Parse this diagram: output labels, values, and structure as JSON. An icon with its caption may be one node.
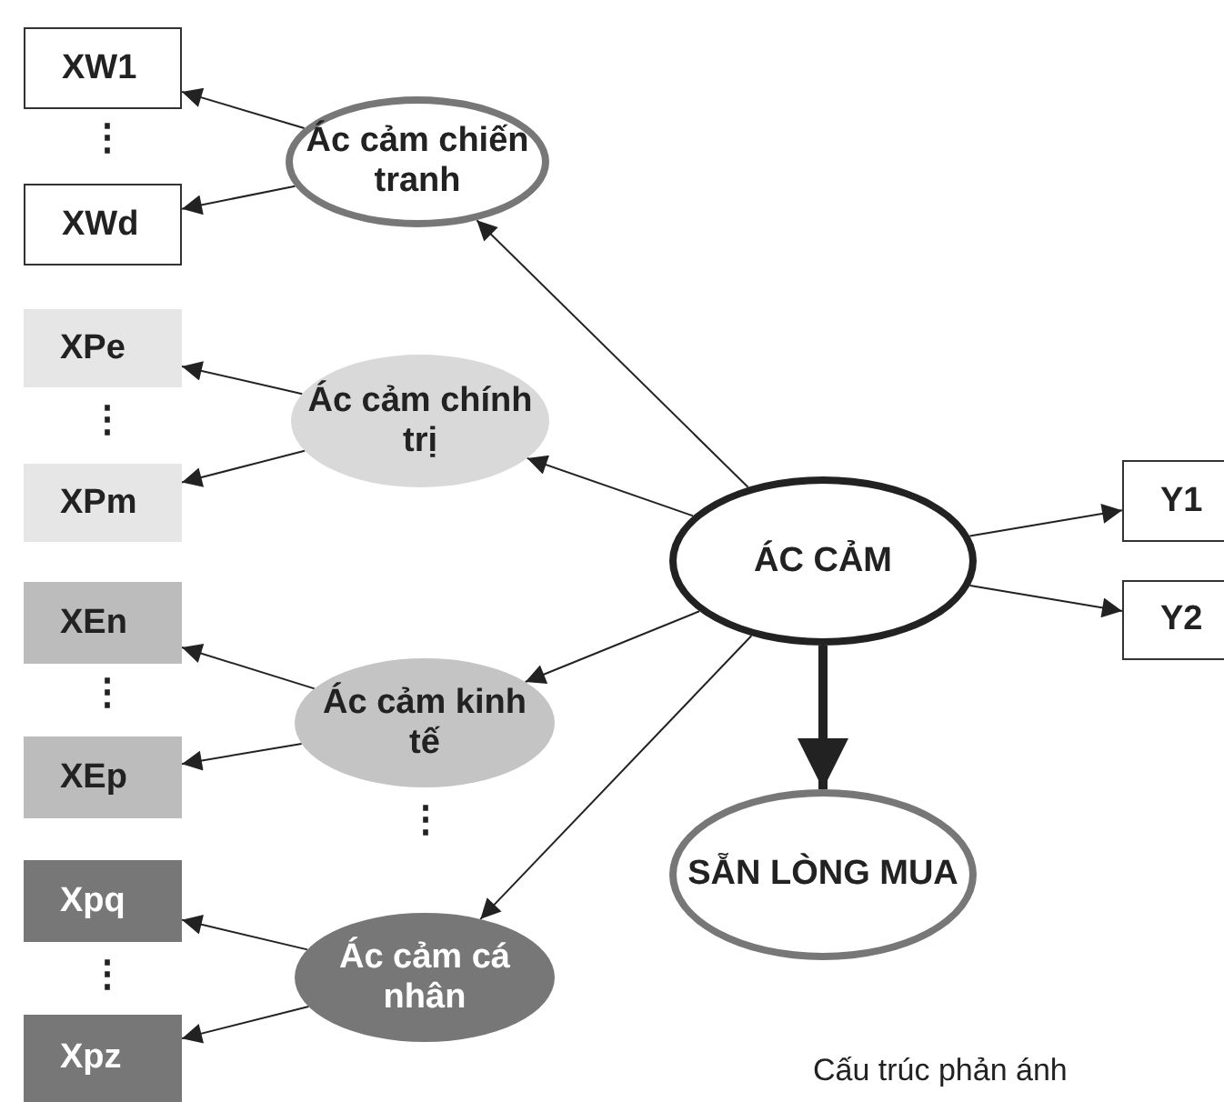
{
  "diagram": {
    "caption": "Cấu trúc phản ánh",
    "nodes": [
      {
        "text": [
          "XW1"
        ]
      },
      {
        "text": [
          "Ác cảm chiến tranh"
        ]
      },
      {
        "text": [
          "XWd"
        ]
      },
      {
        "text": [
          "XPe"
        ]
      },
      {
        "text": [
          "Ác cảm chính trị"
        ]
      },
      {
        "text": [
          "XPm"
        ]
      },
      {
        "text": [
          "XEn"
        ]
      },
      {
        "text": [
          "Ác cảm kinh tế"
        ]
      },
      {
        "text": [
          "XEp"
        ]
      },
      {
        "text": [
          "Xpq"
        ]
      },
      {
        "text": [
          "Ác cảm cá nhân"
        ]
      },
      {
        "text": [
          "Xpz"
        ]
      },
      {
        "text": [
          "Y1"
        ]
      },
      {
        "text": [
          "ÁC CẢM"
        ]
      },
      {
        "text": [
          "Y2"
        ]
      },
      {
        "text": [
          "SẴN LÒNG MUA"
        ]
      }
    ],
    "edges": [
      {
        "from": 1,
        "to": 0,
        "arrow": "to"
      },
      {
        "from": 1,
        "to": 2,
        "arrow": "to"
      },
      {
        "from": 4,
        "to": 3,
        "arrow": "to"
      },
      {
        "from": 4,
        "to": 5,
        "arrow": "to"
      },
      {
        "from": 7,
        "to": 6,
        "arrow": "to"
      },
      {
        "from": 7,
        "to": 8,
        "arrow": "to"
      },
      {
        "from": 10,
        "to": 9,
        "arrow": "to"
      },
      {
        "from": 10,
        "to": 11,
        "arrow": "to"
      },
      {
        "from": 13,
        "to": 1,
        "arrow": "to"
      },
      {
        "from": 13,
        "to": 4,
        "arrow": "to"
      },
      {
        "from": 13,
        "to": 7,
        "arrow": "to"
      },
      {
        "from": 13,
        "to": 10,
        "arrow": "to"
      },
      {
        "from": 13,
        "to": 12,
        "arrow": "to"
      },
      {
        "from": 13,
        "to": 14,
        "arrow": "to"
      },
      {
        "from": 13,
        "to": 15,
        "arrow": "to",
        "style": "thick"
      }
    ],
    "labels": [
      "⋮",
      "⋮",
      "⋮",
      "⋮",
      "⋮"
    ]
  }
}
